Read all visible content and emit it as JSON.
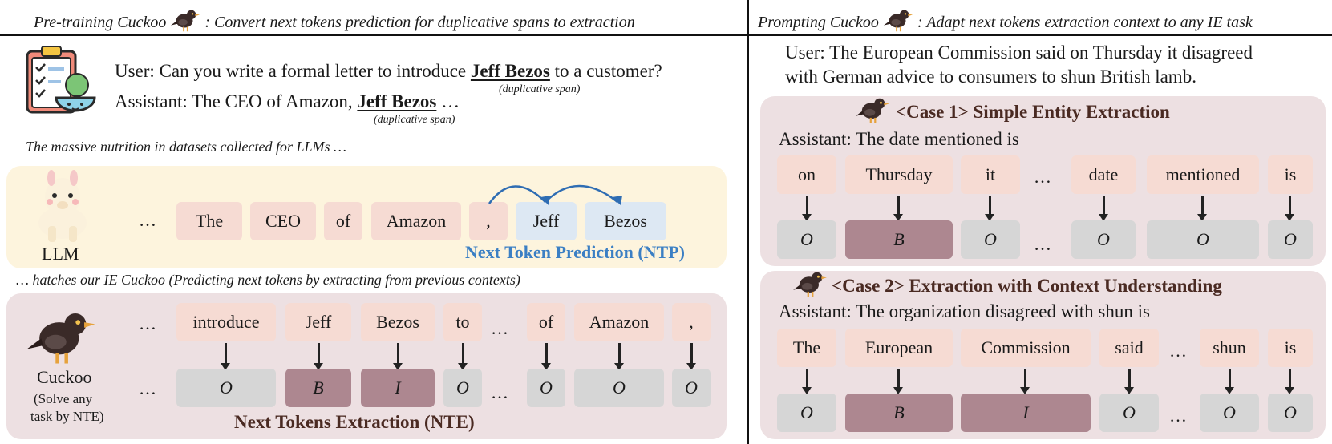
{
  "header": {
    "left": "Pre-training Cuckoo",
    "left_tail": ": Convert next tokens prediction for duplicative spans to extraction",
    "right": "Prompting Cuckoo",
    "right_tail": ": Adapt next tokens extraction context to any IE task"
  },
  "left": {
    "user_prefix": "User: Can you write a formal letter to introduce ",
    "user_span": "Jeff Bezos",
    "user_suffix": " to a customer?",
    "assistant_prefix": "Assistant: The CEO of Amazon, ",
    "assistant_span": "Jeff Bezos",
    "assistant_suffix": " …",
    "dup_caption": "(duplicative span)",
    "massive_text": "The massive nutrition in datasets collected for LLMs …",
    "hatches_text": "… hatches our IE Cuckoo (Predicting next tokens by extracting from previous contexts)",
    "llm_label": "LLM",
    "ntp_label": "Next Token Prediction (NTP)",
    "ntp_tokens": [
      "The",
      "CEO",
      "of",
      "Amazon",
      ",",
      "Jeff",
      "Bezos"
    ],
    "ellipsis": "…",
    "cuckoo_label": "Cuckoo",
    "cuckoo_sub1": "(Solve any",
    "cuckoo_sub2": "task by NTE)",
    "nte_label": "Next Tokens Extraction (NTE)",
    "nte_tokens": [
      "introduce",
      "Jeff",
      "Bezos",
      "to",
      "of",
      "Amazon",
      ","
    ],
    "nte_labels": [
      "O",
      "B",
      "I",
      "O",
      "O",
      "O",
      "O"
    ]
  },
  "right": {
    "user_line1": "User: The European Commission said on Thursday it disagreed",
    "user_line2": "with German advice to consumers to shun British lamb.",
    "case1_title": "<Case 1> Simple Entity Extraction",
    "case1_assistant": "Assistant: The date mentioned is",
    "case1_tokens": [
      "on",
      "Thursday",
      "it",
      "date",
      "mentioned",
      "is"
    ],
    "case1_labels": [
      "O",
      "B",
      "O",
      "O",
      "O",
      "O"
    ],
    "case2_title": "<Case 2> Extraction with Context Understanding",
    "case2_assistant": "Assistant: The organization disagreed with shun is",
    "case2_tokens": [
      "The",
      "European",
      "Commission",
      "said",
      "shun",
      "is"
    ],
    "case2_labels": [
      "O",
      "B",
      "I",
      "O",
      "O",
      "O"
    ],
    "ellipsis": "…"
  },
  "colors": {
    "token_pink": "#f6dbd3",
    "token_blue": "#dde8f3",
    "label_grey": "#d6d6d6",
    "label_mauve": "#ad8790",
    "panel_cream": "#fdf4dd",
    "panel_rose": "#ede0e2",
    "ntp_blue": "#3b7fc4",
    "case_title_brown": "#4a2a22"
  },
  "icons": [
    "cuckoo-bird-icon",
    "clipboard-food-icon",
    "alpaca-icon",
    "curved-arrow-icon"
  ]
}
